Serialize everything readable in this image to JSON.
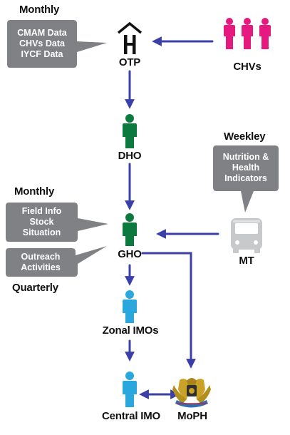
{
  "nodes": {
    "otp": "OTP",
    "chvs": "CHVs",
    "dho": "DHO",
    "gho": "GHO",
    "mt": "MT",
    "zonal_imos": "Zonal IMOs",
    "central_imo": "Central IMO",
    "moph": "MoPH"
  },
  "frequency_labels": {
    "monthly_top": "Monthly",
    "weekley": "Weekley",
    "monthly_mid": "Monthly",
    "quarterly": "Quarterly"
  },
  "callouts": {
    "otp_data": "CMAM Data\nCHVs Data\nIYCF Data",
    "nutrition_health": "Nutrition &\nHealth\nIndicators",
    "field_info": "Field Info\nStock\nSituation",
    "outreach": "Outreach\nActivities"
  },
  "icons": {
    "otp": "house-h-icon",
    "chvs": "three-people-icon",
    "dho": "person-icon",
    "gho": "person-icon",
    "mt": "bus-icon",
    "zonal_imos": "person-icon",
    "central_imo": "person-icon",
    "moph": "emblem-icon"
  },
  "colors": {
    "arrow": "#3b3fa8",
    "chvs": "#e6197f",
    "dho": "#0c7a3e",
    "gho": "#0c7a3e",
    "imo": "#2aa7dc",
    "bus": "#c7c9cb",
    "callout": "#7f8184",
    "emblem": "#c9a227"
  }
}
